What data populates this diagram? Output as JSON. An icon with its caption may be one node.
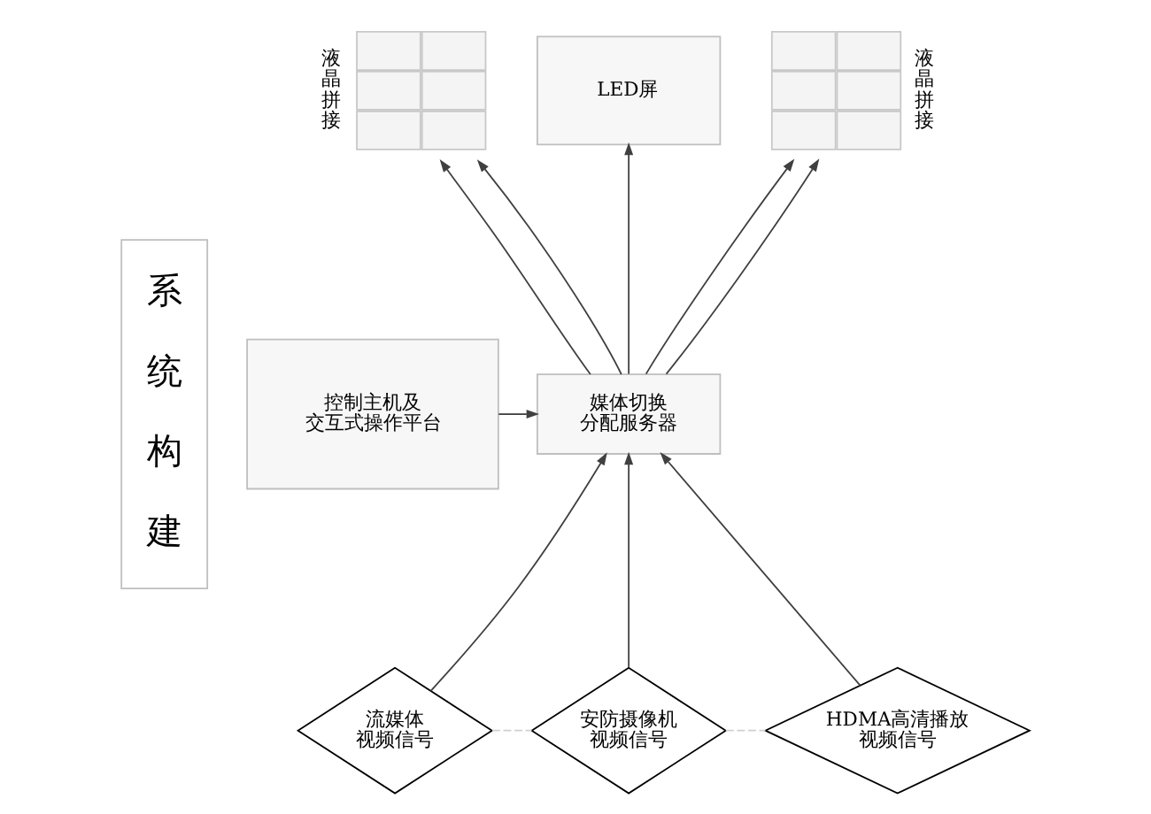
{
  "diagram": {
    "nodes": [
      {
        "text": [
          "系统构建"
        ]
      },
      {
        "text": [
          "控制主机及交互式操作平台"
        ]
      },
      {
        "text": [
          "媒体切换分配服务器"
        ]
      },
      {
        "text": [
          "液晶拼接"
        ]
      },
      {
        "text": [
          "LED屏"
        ]
      },
      {
        "text": [
          "液晶拼接"
        ]
      },
      {
        "text": [
          "流媒体视频信号"
        ]
      },
      {
        "text": [
          "安防摄像机视频信号"
        ]
      },
      {
        "text": [
          "HDMA高清播放视频信号"
        ]
      }
    ],
    "edges": [
      {
        "from": 1,
        "to": 2,
        "arrow": "to"
      },
      {
        "from": 2,
        "to": 3,
        "arrow": "to"
      },
      {
        "from": 2,
        "to": 3,
        "arrow": "to"
      },
      {
        "from": 2,
        "to": 4,
        "arrow": "to"
      },
      {
        "from": 2,
        "to": 5,
        "arrow": "to"
      },
      {
        "from": 2,
        "to": 5,
        "arrow": "to"
      },
      {
        "from": 6,
        "to": 2,
        "arrow": "to"
      },
      {
        "from": 7,
        "to": 2,
        "arrow": "to"
      },
      {
        "from": 8,
        "to": 2,
        "arrow": "to"
      },
      {
        "from": 6,
        "to": 7,
        "arrow": "none",
        "style": "dashed",
        "color": "#d0d0d0"
      },
      {
        "from": 7,
        "to": 8,
        "arrow": "none",
        "style": "dashed",
        "color": "#d0d0d0"
      }
    ]
  }
}
